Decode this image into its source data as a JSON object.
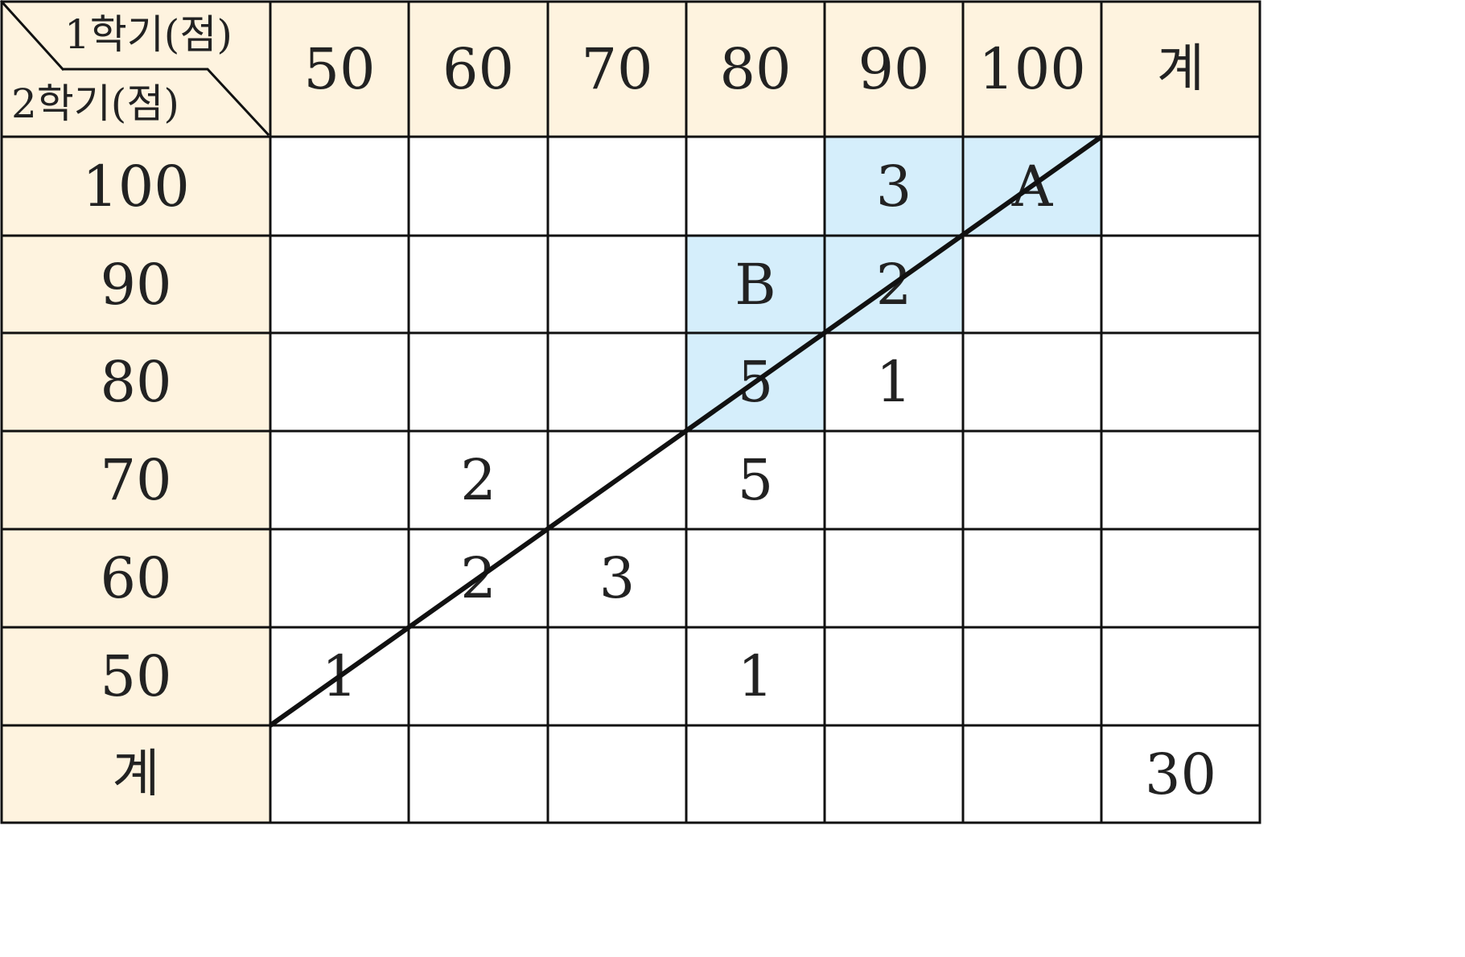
{
  "colors": {
    "header_fill": "#fef3df",
    "highlight_fill": "#d5eefb",
    "cell_fill": "#ffffff",
    "line": "#111111",
    "text": "#222222"
  },
  "corner": {
    "top_label": "1학기(점)",
    "bottom_label": "2학기(점)"
  },
  "chart_data": {
    "type": "table",
    "col_header_label": "1학기(점)",
    "row_header_label": "2학기(점)",
    "columns": [
      "50",
      "60",
      "70",
      "80",
      "90",
      "100",
      "계"
    ],
    "rows": [
      {
        "label": "100",
        "cells": [
          "",
          "",
          "",
          "",
          "3",
          "A",
          ""
        ]
      },
      {
        "label": "90",
        "cells": [
          "",
          "",
          "",
          "B",
          "2",
          "",
          ""
        ]
      },
      {
        "label": "80",
        "cells": [
          "",
          "",
          "",
          "5",
          "1",
          "",
          ""
        ]
      },
      {
        "label": "70",
        "cells": [
          "",
          "2",
          "",
          "5",
          "",
          "",
          ""
        ]
      },
      {
        "label": "60",
        "cells": [
          "",
          "2",
          "3",
          "",
          "",
          "",
          ""
        ]
      },
      {
        "label": "50",
        "cells": [
          "1",
          "",
          "",
          "1",
          "",
          "",
          ""
        ]
      },
      {
        "label": "계",
        "cells": [
          "",
          "",
          "",
          "",
          "",
          "",
          "30"
        ]
      }
    ],
    "highlighted_cells": [
      [
        0,
        4
      ],
      [
        0,
        5
      ],
      [
        1,
        3
      ],
      [
        1,
        4
      ],
      [
        2,
        3
      ]
    ],
    "diagonal_line": {
      "from_cell": "50–50 corner",
      "to_cell": "100–100 corner"
    }
  }
}
